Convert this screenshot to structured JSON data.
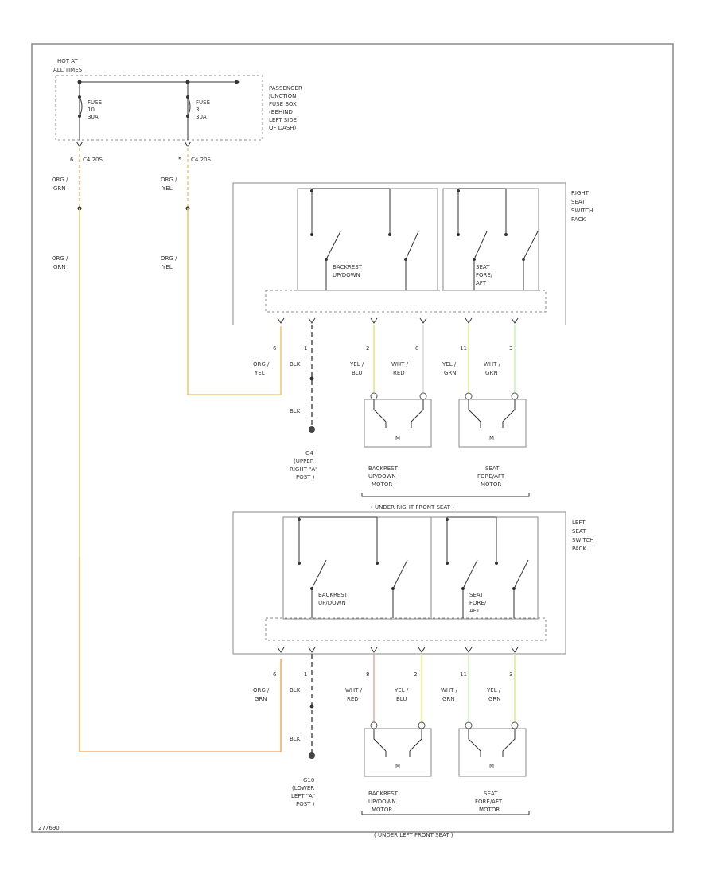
{
  "colors": {
    "org_grn": "#cfe48a",
    "org_yel": "#f6c86a",
    "org_grn_lower": "#f3b066",
    "yel_blu": "#e2e67a",
    "wht_red": "#d8d8d8",
    "wht_red_lower": "#f2a6a6",
    "yel_grn": "#d7ee86",
    "wht_grn": "#c9efb8",
    "yel_blu_lower": "#f0f07a",
    "ground": "#444444"
  },
  "power": {
    "hot_at": "HOT AT",
    "all_times": "ALL TIMES",
    "fuse1": [
      "FUSE",
      "10",
      "30A"
    ],
    "fuse2": [
      "FUSE",
      "3",
      "30A"
    ],
    "junction_box": [
      "PASSENGER",
      "JUNCTION",
      "FUSE BOX",
      "(BEHIND",
      "LEFT SIDE",
      "OF DASH)"
    ],
    "conn1": "6",
    "conn1_id": "C4 20S",
    "conn2": "5",
    "conn2_id": "C4 20S"
  },
  "wires": {
    "org_grn": [
      "ORG /",
      "GRN"
    ],
    "org_yel": [
      "ORG /",
      "YEL"
    ],
    "blk": "BLK"
  },
  "right_pack": {
    "title": [
      "RIGHT",
      "SEAT",
      "SWITCH",
      "PACK"
    ],
    "backrest": [
      "BACKREST",
      "UP/DOWN"
    ],
    "seat": [
      "SEAT",
      "FORE/",
      "AFT"
    ],
    "pins": [
      "6",
      "1",
      "2",
      "8",
      "11",
      "3"
    ],
    "wire_labels": [
      [
        "ORG /",
        "YEL"
      ],
      [
        "BLK"
      ],
      [
        "YEL /",
        "BLU"
      ],
      [
        "WHT /",
        "RED"
      ],
      [
        "YEL /",
        "GRN"
      ],
      [
        "WHT /",
        "GRN"
      ]
    ],
    "ground": [
      "G4",
      "(UPPER",
      "RIGHT \"A\"",
      "POST )"
    ],
    "motor_label": "M",
    "backrest_motor": [
      "BACKREST",
      "UP/DOWN",
      "MOTOR"
    ],
    "seat_motor": [
      "SEAT",
      "FORE/AFT",
      "MOTOR"
    ],
    "location": "( UNDER RIGHT FRONT SEAT )"
  },
  "left_pack": {
    "title": [
      "LEFT",
      "SEAT",
      "SWITCH",
      "PACK"
    ],
    "backrest": [
      "BACKREST",
      "UP/DOWN"
    ],
    "seat": [
      "SEAT",
      "FORE/",
      "AFT"
    ],
    "pins": [
      "6",
      "1",
      "8",
      "2",
      "11",
      "3"
    ],
    "wire_labels": [
      [
        "ORG /",
        "GRN"
      ],
      [
        "BLK"
      ],
      [
        "WHT /",
        "RED"
      ],
      [
        "YEL /",
        "BLU"
      ],
      [
        "WHT /",
        "GRN"
      ],
      [
        "YEL /",
        "GRN"
      ]
    ],
    "ground": [
      "G10",
      "(LOWER",
      "LEFT \"A\"",
      "POST )"
    ],
    "motor_label": "M",
    "backrest_motor": [
      "BACKREST",
      "UP/DOWN",
      "MOTOR"
    ],
    "seat_motor": [
      "SEAT",
      "FORE/AFT",
      "MOTOR"
    ],
    "location": "( UNDER LEFT FRONT SEAT )"
  },
  "figure_id": "277690"
}
